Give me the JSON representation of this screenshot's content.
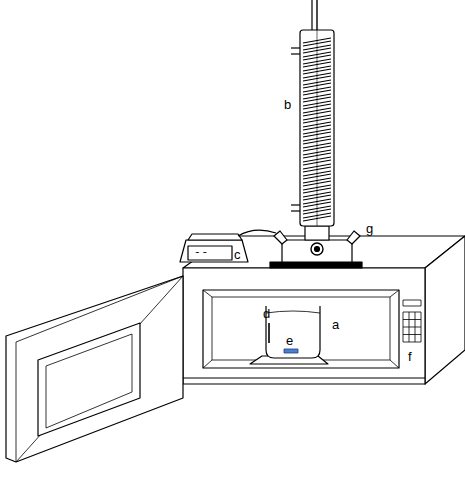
{
  "diagram": {
    "labels": [
      "b",
      "--",
      "c",
      "g",
      "d",
      "e",
      "a",
      "f"
    ]
  }
}
